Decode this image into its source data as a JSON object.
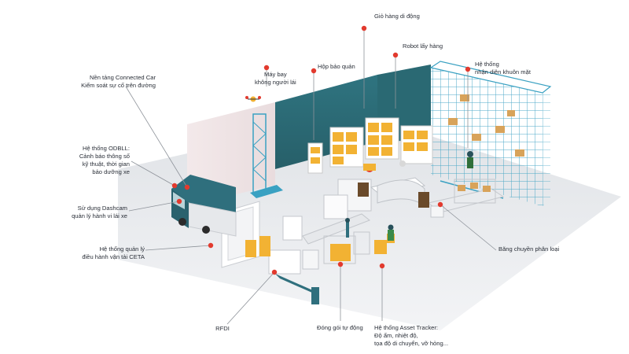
{
  "labels": {
    "mobile_cart": {
      "lines": [
        "Giỏ hàng di động"
      ]
    },
    "robot": {
      "lines": [
        "Robot lấy hàng"
      ]
    },
    "storage_box": {
      "lines": [
        "Hộp bảo quản"
      ]
    },
    "face_recognition": {
      "lines": [
        "Hệ thống",
        "nhận diện khuôn mặt"
      ]
    },
    "drone": {
      "lines": [
        "Máy bay",
        "không người lái"
      ]
    },
    "connected_car": {
      "lines": [
        "Nền tảng Connected Car",
        "Kiểm soát sự cố trên đường"
      ]
    },
    "odbll": {
      "lines": [
        "Hệ thống ODBLL:",
        "Cảnh báo thông số",
        "kỹ thuật, thời gian",
        "bảo dưỡng xe"
      ]
    },
    "dashcam": {
      "lines": [
        "Sử dụng Dashcam",
        "quản lý hành vi lái xe"
      ]
    },
    "ceta": {
      "lines": [
        "Hệ thống quản lý",
        "điều hành vận tải CETA"
      ]
    },
    "rfid": {
      "lines": [
        "RFDI"
      ]
    },
    "auto_pack": {
      "lines": [
        "Đóng gói tự động"
      ]
    },
    "asset_tracker": {
      "lines": [
        "Hệ thống Asset Tracker:",
        "Độ ẩm, nhiệt độ,",
        "tọa độ di chuyển, vỡ hỏng..."
      ]
    },
    "sorting_conveyor": {
      "lines": [
        "Băng chuyền phân loại"
      ]
    }
  },
  "colors": {
    "marker": "#e23a2e",
    "wall": "#2e6f7a",
    "rack": "#3aa1c2",
    "crate": "#f2b233",
    "floor": "#e9ebee",
    "truck": "#2f6f7d",
    "text": "#2a2f38"
  }
}
